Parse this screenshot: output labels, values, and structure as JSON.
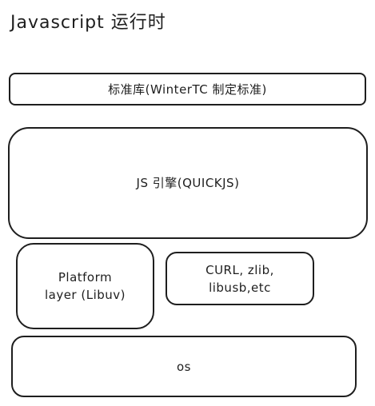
{
  "title": "Javascript 运行时",
  "blocks": {
    "stdlib": "标准库(WinterTC 制定标准)",
    "engine": "JS 引擎(QUICKJS)",
    "platform": "Platform\nlayer (Libuv)",
    "libs": "CURL, zlib,\nlibusb,etc",
    "os": "os"
  }
}
